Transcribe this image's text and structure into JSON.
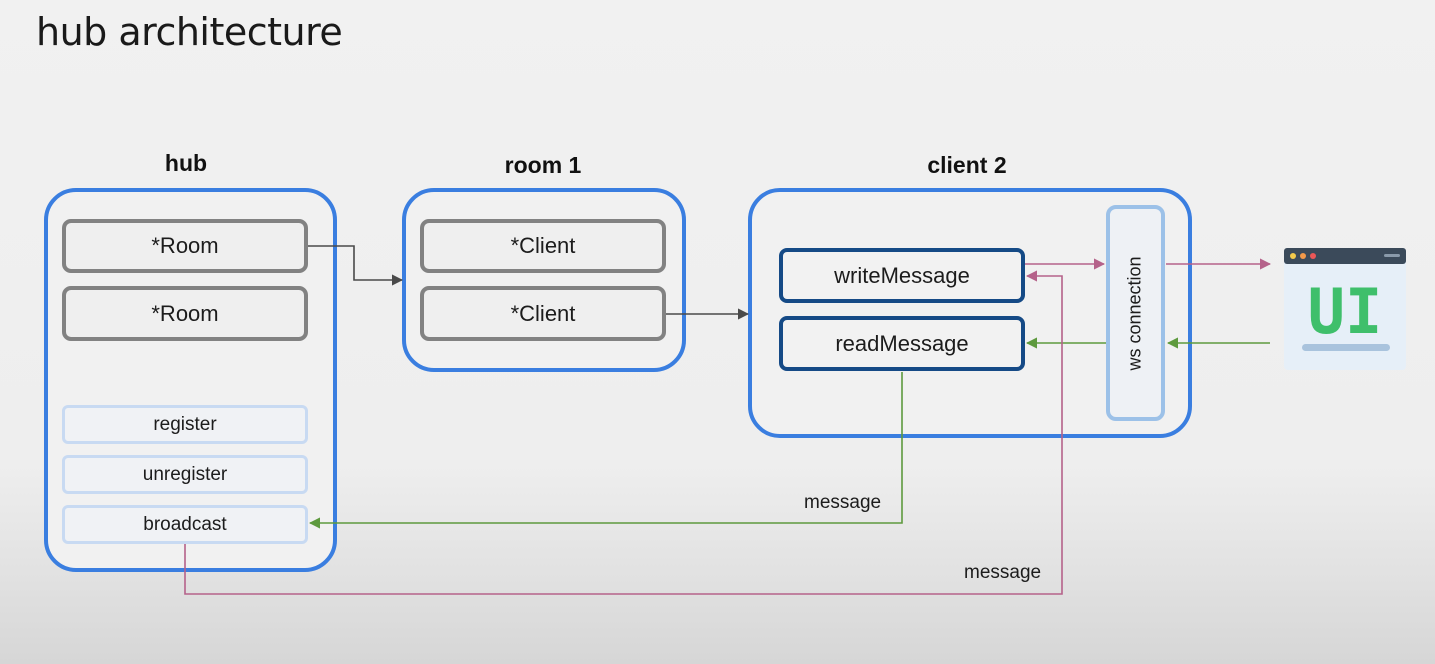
{
  "title": "hub architecture",
  "hub": {
    "heading": "hub",
    "rooms": [
      "*Room",
      "*Room"
    ],
    "channels": [
      "register",
      "unregister",
      "broadcast"
    ]
  },
  "room": {
    "heading": "room 1",
    "clients": [
      "*Client",
      "*Client"
    ]
  },
  "client": {
    "heading": "client 2",
    "write": "writeMessage",
    "read": "readMessage",
    "ws": "ws connection"
  },
  "ui_icon": {
    "label": "UI",
    "icon": "browser-window-icon",
    "colors": {
      "bar": "#3b4a5a",
      "dot1": "#f2c94c",
      "dot2": "#f2994a",
      "dot3": "#eb5757",
      "text": "#3fbf6b",
      "body": "#e6eff8"
    }
  },
  "edges": {
    "message_upper": "message",
    "message_lower": "message"
  },
  "colors": {
    "container": "#3a7ee0",
    "green_arrow": "#5e9a3e",
    "pink_arrow": "#b5628a",
    "grey_arrow": "#4a4a4a"
  }
}
